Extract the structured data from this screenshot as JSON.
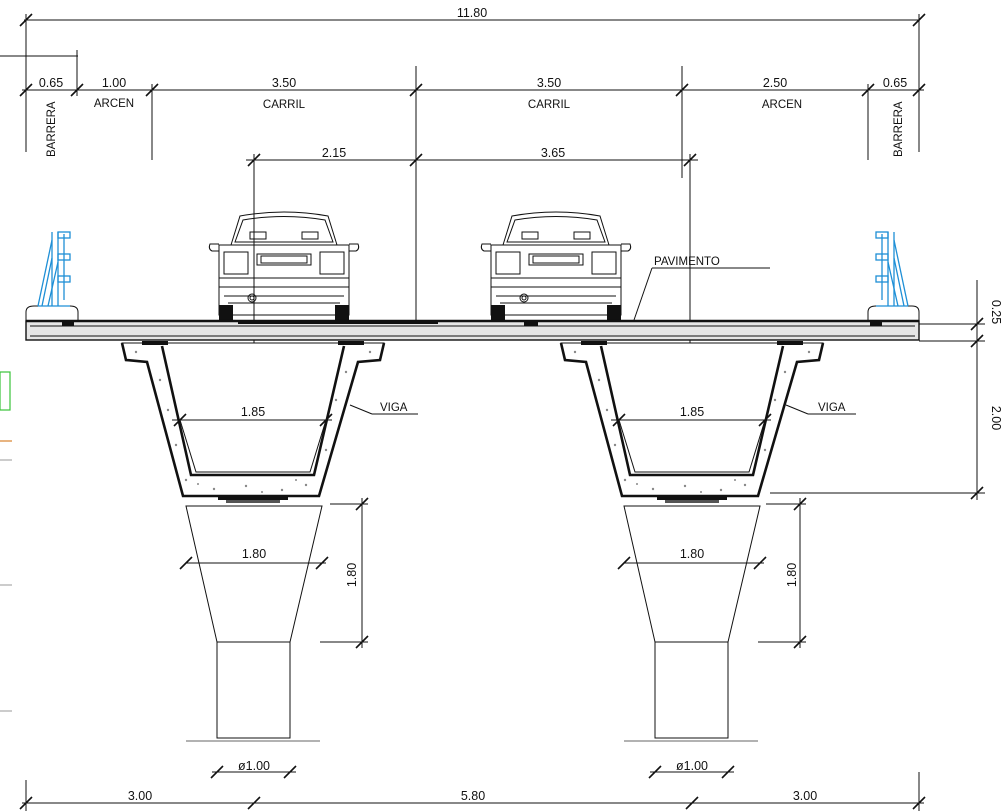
{
  "top_dimensions": {
    "total": "11.80",
    "barrera_left": "0.65",
    "arcen_left": "1.00",
    "carril_1": "3.50",
    "carril_2": "3.50",
    "arcen_right": "2.50",
    "barrera_right": "0.65"
  },
  "lane_labels": {
    "barrera_left": "BARRERA",
    "arcen_left": "ARCEN",
    "carril_1": "CARRIL",
    "carril_2": "CARRIL",
    "arcen_right": "ARCEN",
    "barrera_right": "BARRERA"
  },
  "vehicle_offsets": {
    "left": "2.15",
    "right": "3.65"
  },
  "labels": {
    "pavimento": "PAVIMENTO",
    "viga_left": "VIGA",
    "viga_right": "VIGA"
  },
  "side_dimensions": {
    "slab": "0.25",
    "beam": "2.00"
  },
  "beam_widths": {
    "left": "1.85",
    "right": "1.85"
  },
  "pier": {
    "left_width": "1.80",
    "right_width": "1.80",
    "left_height": "1.80",
    "right_height": "1.80",
    "left_dia": "ø1.00",
    "right_dia": "ø1.00"
  },
  "bottom_dimensions": {
    "left": "3.00",
    "center": "5.80",
    "right": "3.00"
  },
  "colors": {
    "line": "#111111",
    "barrier": "#1e8fd6",
    "concrete": "#ffffff"
  }
}
